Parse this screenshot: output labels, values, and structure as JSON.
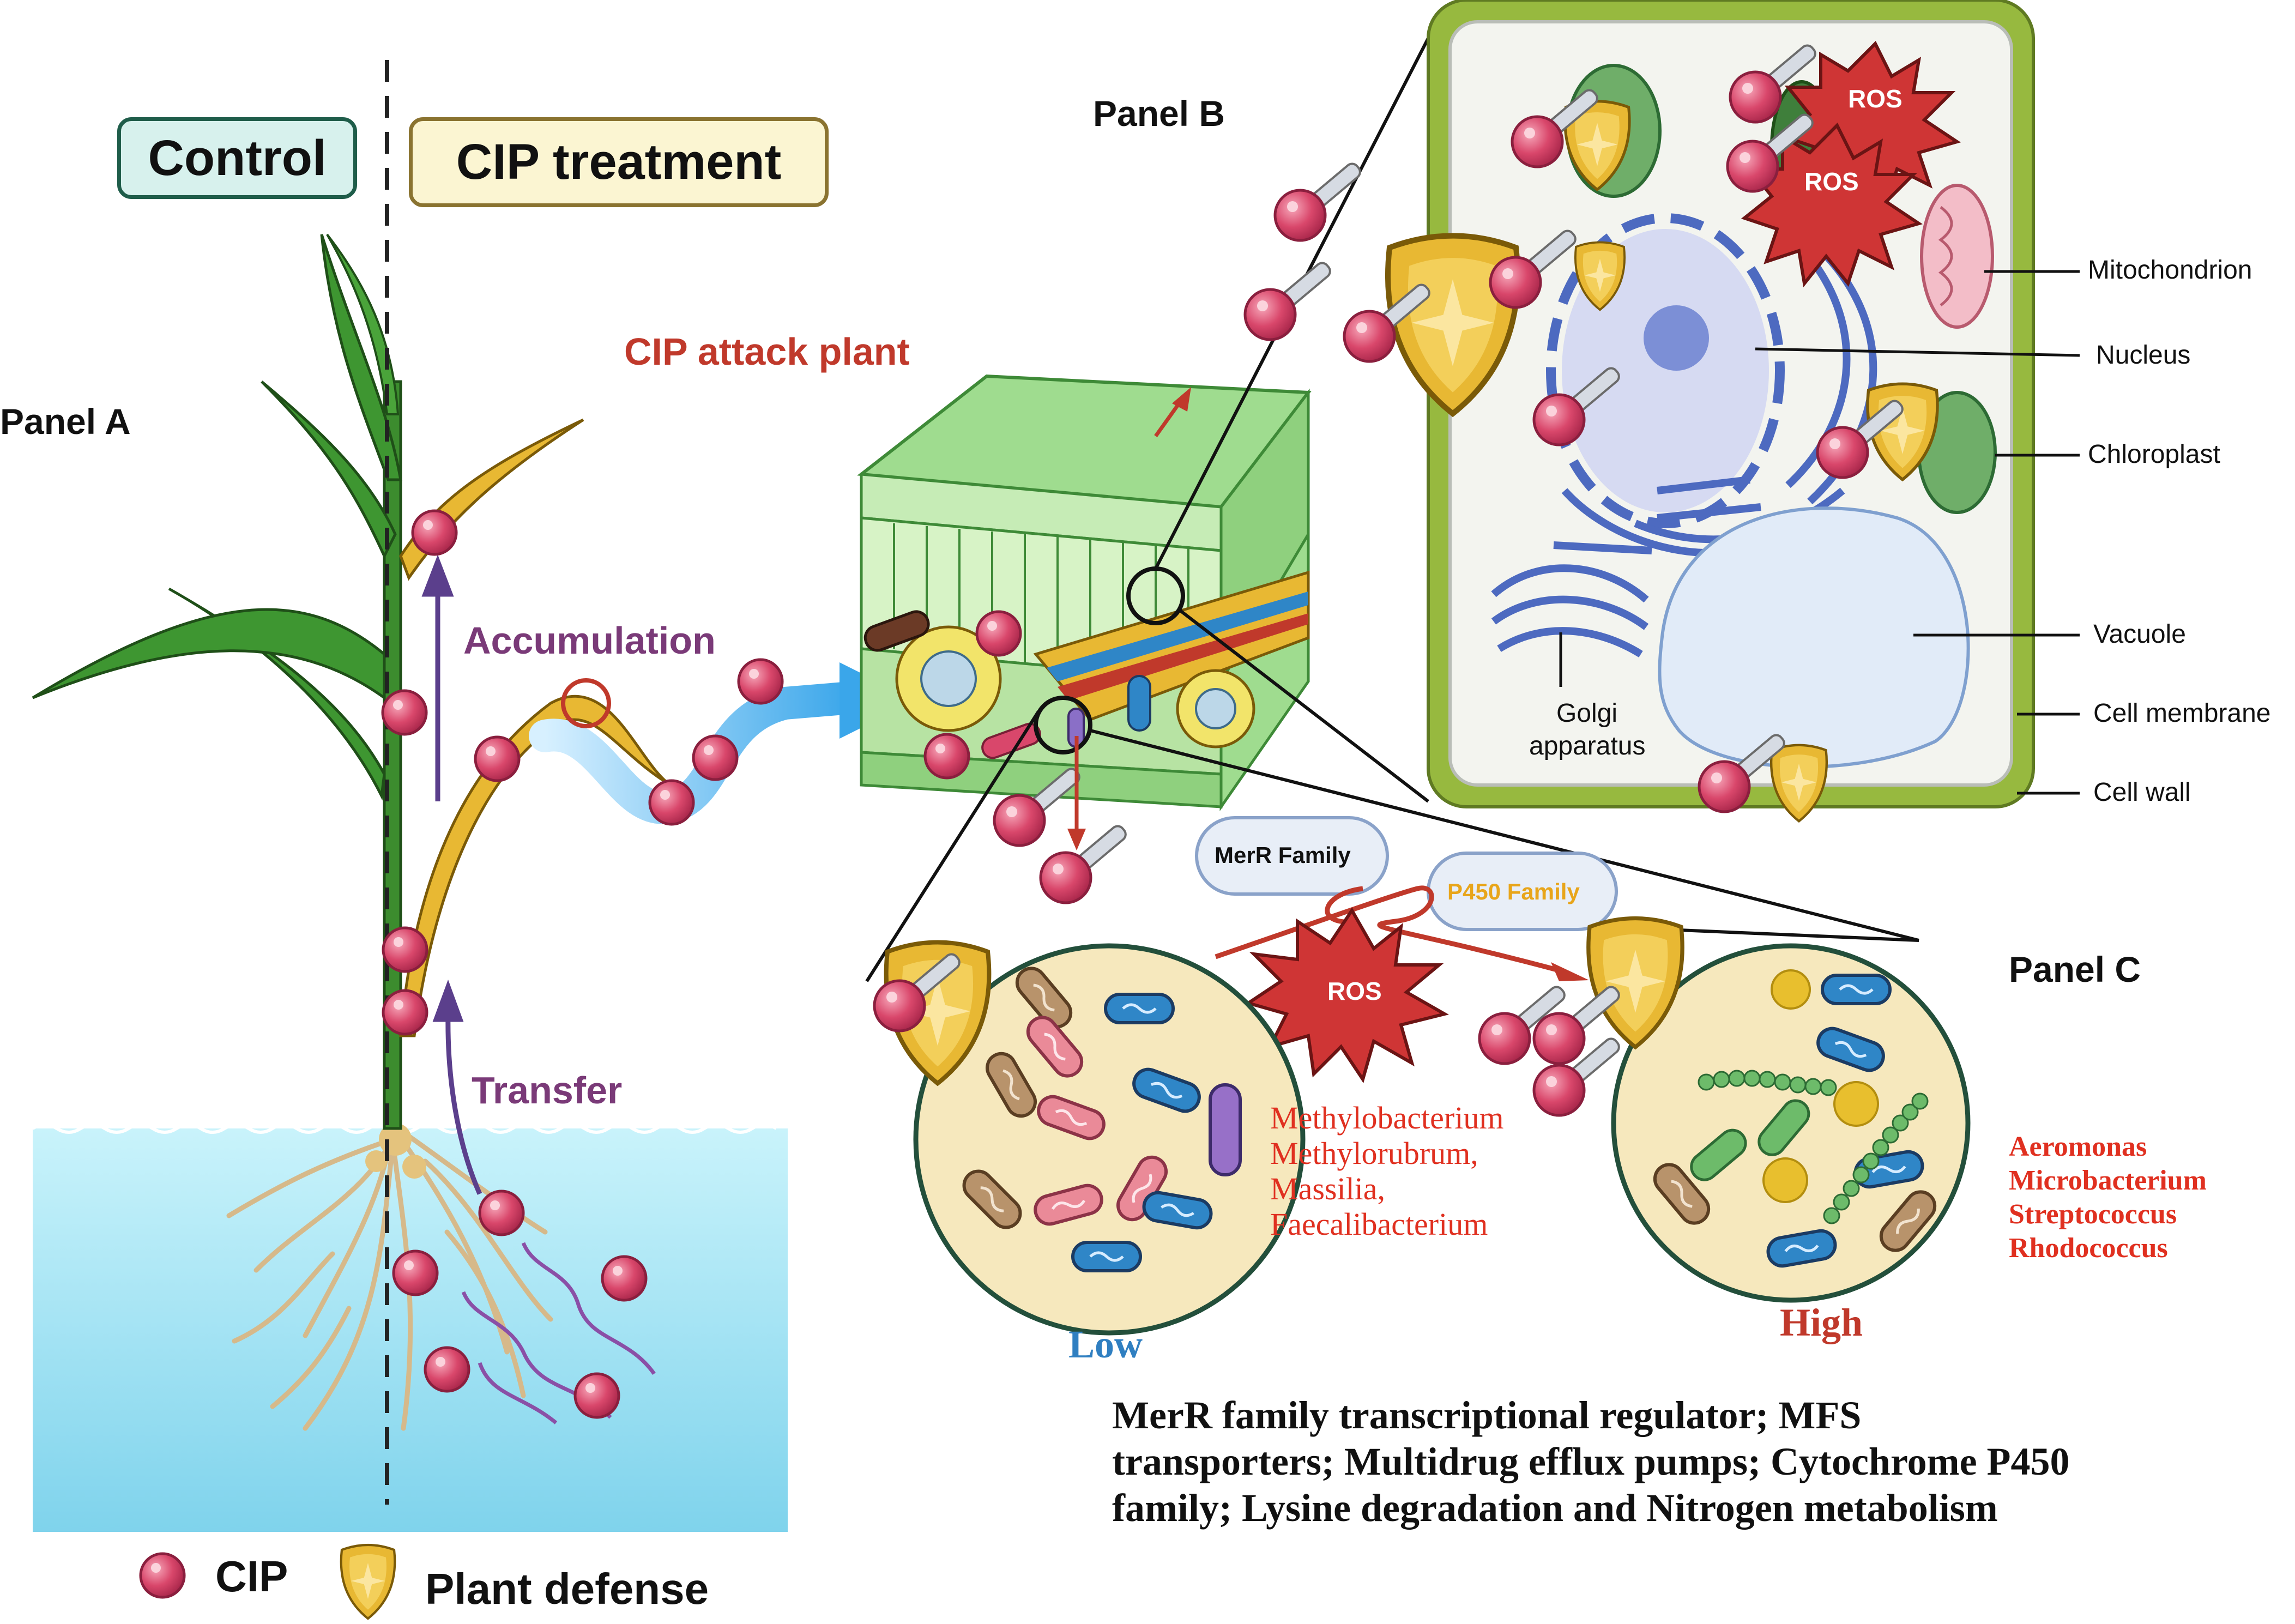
{
  "panels": {
    "a": "Panel A",
    "b": "Panel B",
    "c": "Panel C"
  },
  "header": {
    "control": "Control",
    "treatment": "CIP treatment"
  },
  "plant": {
    "attack": "CIP attack plant",
    "accumulation": "Accumulation",
    "transfer": "Transfer"
  },
  "cell_labels": [
    "Mitochondrion",
    "Nucleus",
    "Chloroplast",
    "Vacuole",
    "Cell membrane",
    "Cell wall"
  ],
  "golgi": {
    "line1": "Golgi",
    "line2": "apparatus"
  },
  "ros": "ROS",
  "families": {
    "merr": "MerR Family",
    "p450": "P450 Family"
  },
  "low": {
    "label": "Low",
    "taxa": [
      "Methylobacterium",
      "Methylorubrum,",
      "Massilia,",
      "Faecalibacterium"
    ]
  },
  "high": {
    "label": "High",
    "taxa": [
      "Aeromonas",
      "Microbacterium",
      "Streptococcus",
      "Rhodococcus"
    ]
  },
  "summary": [
    "MerR family transcriptional regulator; MFS",
    "transporters; Multidrug efflux pumps; Cytochrome P450",
    "family; Lysine degradation and Nitrogen metabolism"
  ],
  "legend": {
    "cip": "CIP",
    "defense": "Plant defense"
  },
  "colors": {
    "cip": "#d9476b",
    "shield": "#e8b833",
    "attack_red": "#c0392b",
    "purple": "#7a3a78",
    "water": "#a9e7f4",
    "cell_wall": "#97b93f",
    "low_blue": "#2f7fc1",
    "taxa_red": "#e03020"
  }
}
